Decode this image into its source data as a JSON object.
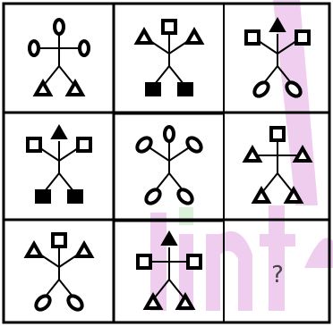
{
  "puzzle": {
    "rows": 3,
    "cols": 3,
    "cells": [
      {
        "id": "r1c1",
        "top": "circle",
        "arms": "circle",
        "bottom": "triangle",
        "layout": "cross"
      },
      {
        "id": "r1c2",
        "top": "square",
        "arms": "triangle",
        "bottom": "filled-square",
        "layout": "fork"
      },
      {
        "id": "r1c3",
        "top": "filled-triangle",
        "arms": "square",
        "bottom": "ellipse",
        "layout": "fork"
      },
      {
        "id": "r2c1",
        "top": "filled-triangle",
        "arms": "square",
        "bottom": "filled-square",
        "layout": "fork"
      },
      {
        "id": "r2c2",
        "top": "circle",
        "arms": "ellipse",
        "bottom": "ellipse",
        "layout": "fork"
      },
      {
        "id": "r2c3",
        "top": "square",
        "arms": "triangle",
        "bottom": "triangle",
        "layout": "cross"
      },
      {
        "id": "r3c1",
        "top": "square",
        "arms": "triangle",
        "bottom": "ellipse",
        "layout": "fork"
      },
      {
        "id": "r3c2",
        "top": "filled-triangle",
        "arms": "square",
        "bottom": "triangle",
        "layout": "cross"
      },
      {
        "id": "r3c3",
        "missing": true,
        "text": "?"
      }
    ]
  },
  "watermark": {
    "color": "#c84fc8"
  }
}
